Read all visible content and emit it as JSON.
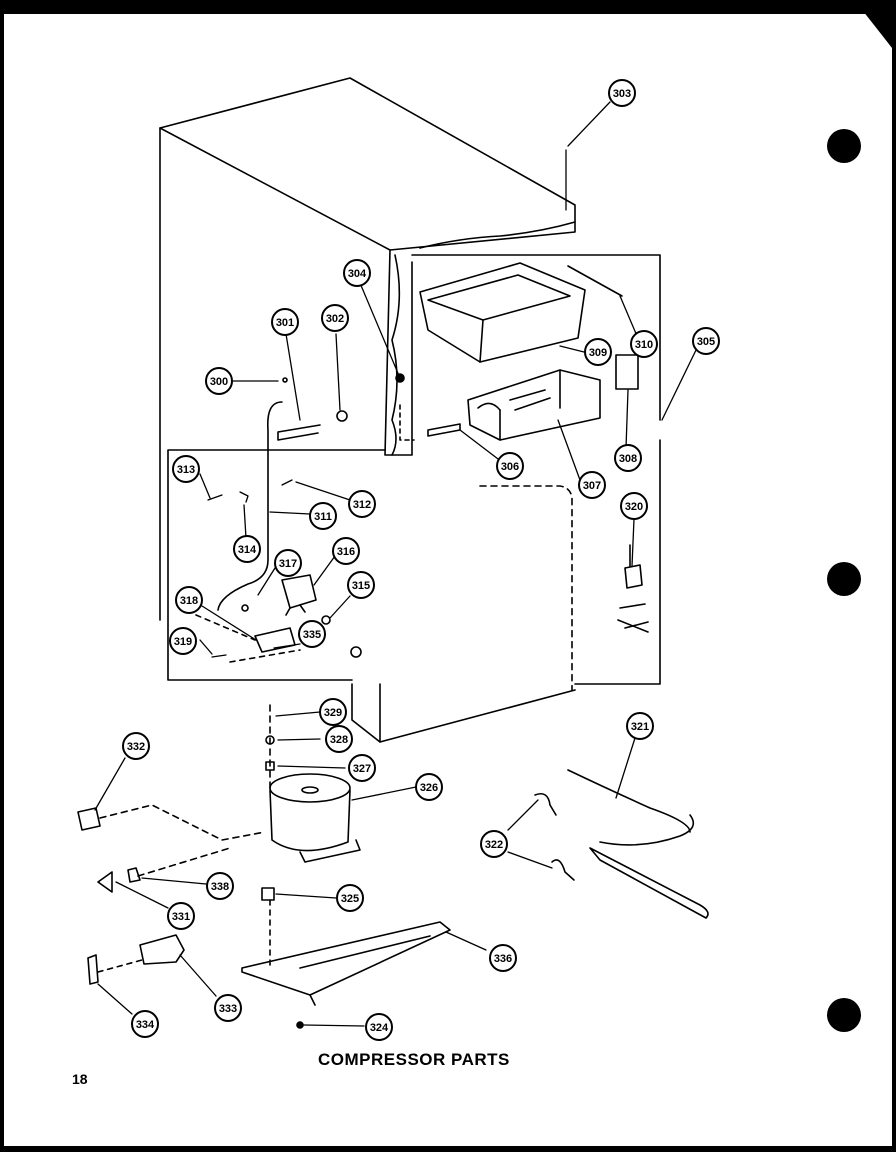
{
  "title": "COMPRESSOR PARTS",
  "page_number": "18",
  "callouts": [
    {
      "label": "303"
    },
    {
      "label": "304"
    },
    {
      "label": "305"
    },
    {
      "label": "310"
    },
    {
      "label": "309"
    },
    {
      "label": "308"
    },
    {
      "label": "307"
    },
    {
      "label": "306"
    },
    {
      "label": "301"
    },
    {
      "label": "302"
    },
    {
      "label": "300"
    },
    {
      "label": "313"
    },
    {
      "label": "312"
    },
    {
      "label": "311"
    },
    {
      "label": "314"
    },
    {
      "label": "317"
    },
    {
      "label": "316"
    },
    {
      "label": "315"
    },
    {
      "label": "318"
    },
    {
      "label": "335"
    },
    {
      "label": "319"
    },
    {
      "label": "320"
    },
    {
      "label": "329"
    },
    {
      "label": "328"
    },
    {
      "label": "327"
    },
    {
      "label": "326"
    },
    {
      "label": "332"
    },
    {
      "label": "321"
    },
    {
      "label": "322"
    },
    {
      "label": "338"
    },
    {
      "label": "331"
    },
    {
      "label": "325"
    },
    {
      "label": "336"
    },
    {
      "label": "333"
    },
    {
      "label": "334"
    },
    {
      "label": "324"
    }
  ]
}
